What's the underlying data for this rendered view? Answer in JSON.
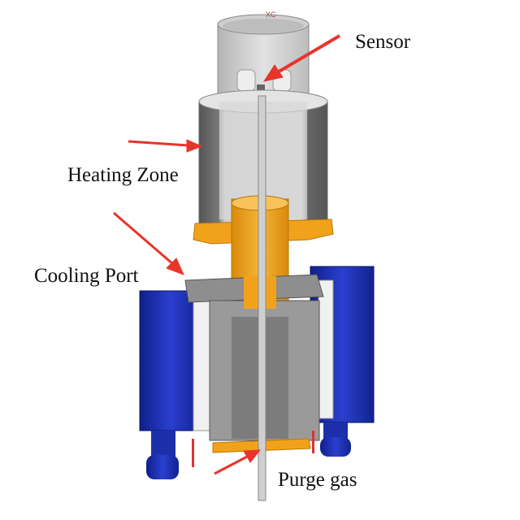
{
  "labels": {
    "sensor": "Sensor",
    "heating_zone": "Heating Zone",
    "cooling_port": "Cooling Port",
    "purge_gas": "Purge gas",
    "axis_marker": "XC"
  },
  "colors": {
    "arrow": "#e8352b",
    "orange": "#f2a21a",
    "blue": "#1a2fb5",
    "gray": "#9a9a9a",
    "light_gray": "#d4d4d4"
  }
}
